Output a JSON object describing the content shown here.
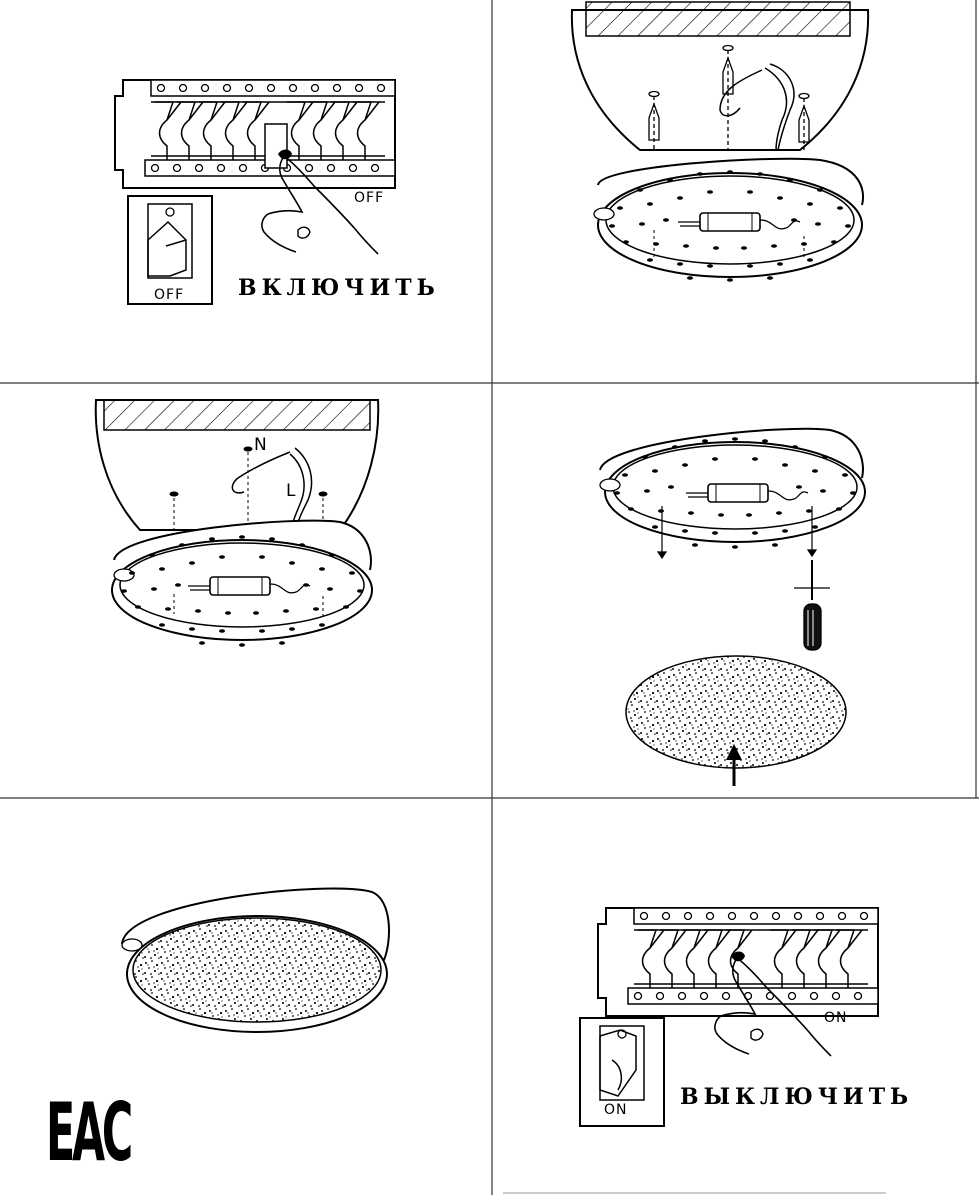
{
  "panels": [
    {
      "id": "step-1",
      "caption": "ВКЛЮЧИТЬ",
      "switch_state": "OFF",
      "breaker_state": "OFF"
    },
    {
      "id": "step-2",
      "caption": ""
    },
    {
      "id": "step-3",
      "wire_labels": {
        "neutral": "N",
        "live": "L"
      }
    },
    {
      "id": "step-4",
      "caption": ""
    },
    {
      "id": "step-5",
      "caption": ""
    },
    {
      "id": "step-6",
      "caption": "ВЫКЛЮЧИТЬ",
      "switch_state": "ON",
      "breaker_state": "ON"
    }
  ],
  "certification_mark": "EAC"
}
